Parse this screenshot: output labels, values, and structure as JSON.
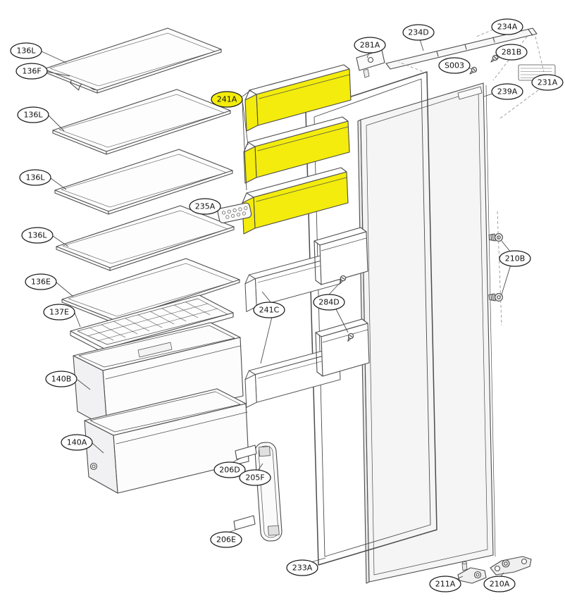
{
  "colors": {
    "highlight": "#f3ec0c",
    "line": "#4c4c4c",
    "paper": "#ffffff"
  },
  "parts": {
    "136L": "136L",
    "136F": "136F",
    "136E": "136E",
    "137E": "137E",
    "140B": "140B",
    "140A": "140A",
    "241A": "241A",
    "235A": "235A",
    "241C": "241C",
    "284D": "284D",
    "206D": "206D",
    "205F": "205F",
    "206E": "206E",
    "233A": "233A",
    "239A": "239A",
    "231A": "231A",
    "234D": "234D",
    "234A": "234A",
    "281A": "281A",
    "281B": "281B",
    "S003": "S003",
    "210B": "210B",
    "211A": "211A",
    "210A": "210A"
  }
}
